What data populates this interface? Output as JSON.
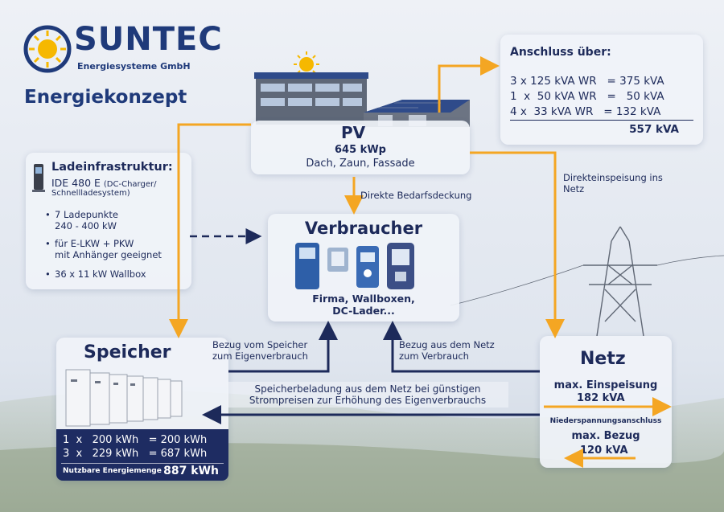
{
  "brand": {
    "name": "SUNTEC",
    "subtitle": "Energiesysteme GmbH",
    "title": "Energiekonzept"
  },
  "anschluss": {
    "title": "Anschluss über:",
    "rows": [
      "3 x 125 kVA WR   = 375 kVA",
      "1  x  50 kVA WR   =   50 kVA",
      "4 x  33 kVA WR   = 132 kVA"
    ],
    "total": "557 kVA"
  },
  "pv": {
    "label": "PV",
    "value": "645 kWp",
    "sub": "Dach, Zaun, Fassade"
  },
  "lade": {
    "title": "Ladeinfrastruktur:",
    "model": "IDE 480 E",
    "model_note": "(DC-Charger/",
    "model_note2": "Schnellladesystem)",
    "bullets": [
      [
        "7 Ladepunkte",
        "240 - 400 kW"
      ],
      [
        "für E-LKW + PKW",
        "mit Anhänger geeignet"
      ],
      [
        "36 x 11 kW Wallbox",
        ""
      ]
    ]
  },
  "verbraucher": {
    "title": "Verbraucher",
    "sub1": "Firma, Wallboxen,",
    "sub2": "DC-Lader..."
  },
  "speicher": {
    "title": "Speicher",
    "rows": [
      "1  x   200 kWh   = 200 kWh",
      "3  x   229 kWh   = 687 kWh"
    ],
    "total_label": "Nutzbare Energiemenge",
    "total": "887 kWh"
  },
  "netz": {
    "title": "Netz",
    "feed_label": "max. Einspeisung",
    "feed_value": "182 kVA",
    "nsa": "Niederspannungsanschluss",
    "bezug_label": "max. Bezug",
    "bezug_value": "120 kVA"
  },
  "flows": {
    "direkt_bedarf": "Direkte Bedarfsdeckung",
    "direkt_einspeisung_1": "Direkteinspeisung ins",
    "direkt_einspeisung_2": "Netz",
    "bezug_speicher_1": "Bezug vom Speicher",
    "bezug_speicher_2": "zum Eigenverbrauch",
    "bezug_netz_1": "Bezug aus dem Netz",
    "bezug_netz_2": "zum Verbrauch",
    "beladung_1": "Speicherbeladung aus dem Netz bei günstigen",
    "beladung_2": "Strompreisen zur Erhöhung des Eigenverbrauchs"
  },
  "colors": {
    "navy": "#1d2a5a",
    "orange": "#f4a623",
    "brand_blue": "#1f3a7a",
    "sun": "#f6b800"
  }
}
